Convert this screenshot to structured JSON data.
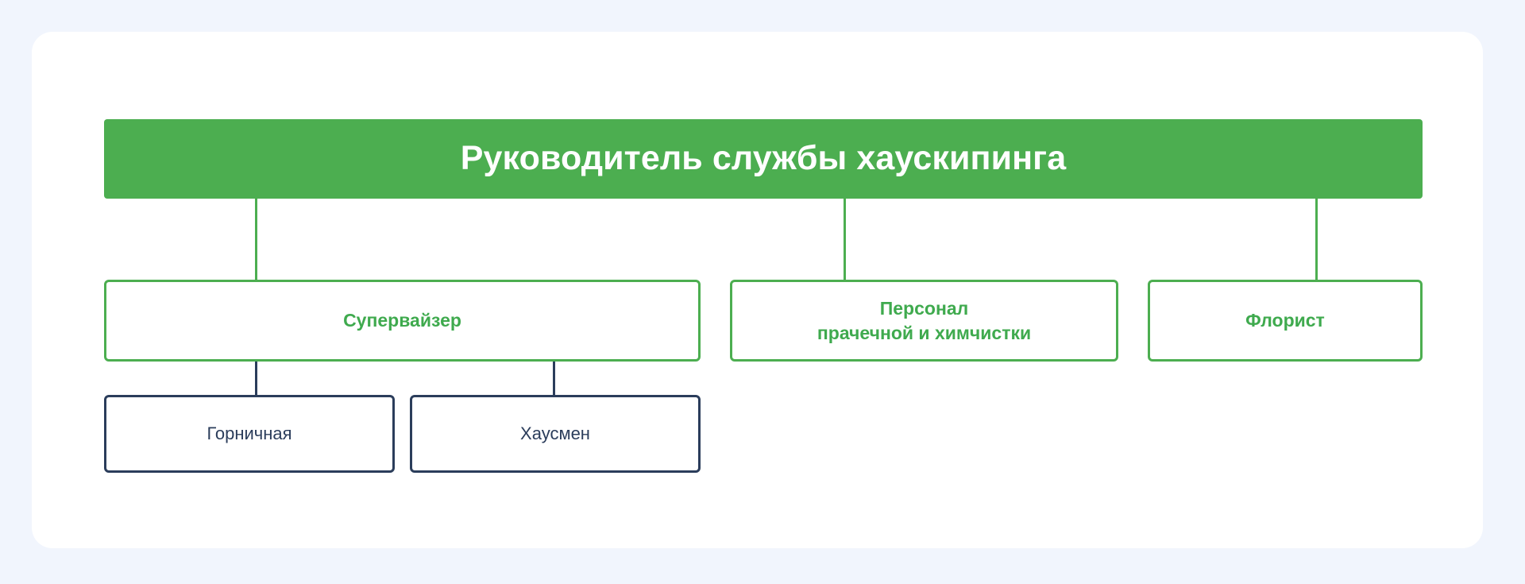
{
  "page": {
    "background_color": "#f1f5fd",
    "card_background_color": "#ffffff"
  },
  "theme": {
    "green": "#4cae50",
    "green_text": "#3faa4e",
    "navy": "#2b3d5b",
    "white": "#ffffff"
  },
  "chart_data": {
    "type": "diagram",
    "diagram_type": "organizational-chart",
    "title": "Руководитель службы хаускипинга",
    "orientation": "top-down",
    "levels": 3,
    "nodes": [
      {
        "id": "root",
        "label": "Руководитель службы хаускипинга",
        "level": 1,
        "style": "filled-green",
        "parent": null
      },
      {
        "id": "supervisor",
        "label": "Супервайзер",
        "level": 2,
        "style": "outlined-green",
        "parent": "root"
      },
      {
        "id": "laundry",
        "label": "Персонал\nпрачечной и химчистки",
        "label_line_1": "Персонал",
        "label_line_2": "прачечной и химчистки",
        "level": 2,
        "style": "outlined-green",
        "parent": "root"
      },
      {
        "id": "florist",
        "label": "Флорист",
        "level": 2,
        "style": "outlined-green",
        "parent": "root"
      },
      {
        "id": "maid",
        "label": "Горничная",
        "level": 3,
        "style": "outlined-navy",
        "parent": "supervisor"
      },
      {
        "id": "houseman",
        "label": "Хаусмен",
        "level": 3,
        "style": "outlined-navy",
        "parent": "supervisor"
      }
    ],
    "edges": [
      {
        "from": "root",
        "to": "supervisor",
        "color": "#4cae50"
      },
      {
        "from": "root",
        "to": "laundry",
        "color": "#4cae50"
      },
      {
        "from": "root",
        "to": "florist",
        "color": "#4cae50"
      },
      {
        "from": "supervisor",
        "to": "maid",
        "color": "#2b3d5b"
      },
      {
        "from": "supervisor",
        "to": "houseman",
        "color": "#2b3d5b"
      }
    ]
  }
}
